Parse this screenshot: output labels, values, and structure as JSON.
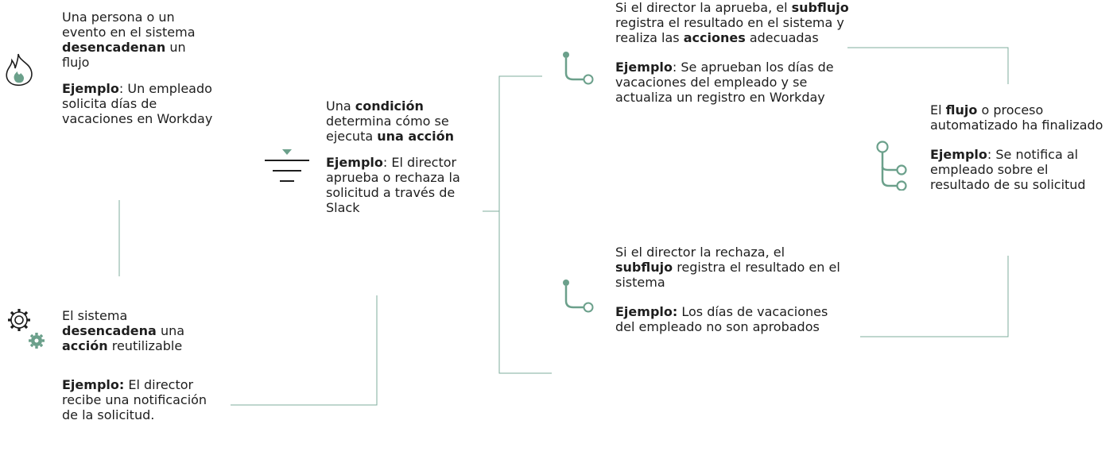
{
  "colors": {
    "accent": "#7fae9e",
    "icon_teal": "#6ba08b",
    "text": "#1e1e1e"
  },
  "icons": {
    "trigger": "flame-icon",
    "system_action": "gears-icon",
    "condition": "filter-icon",
    "subflow_approve": "branch-icon",
    "subflow_reject": "branch-icon",
    "flow_done": "flow-end-icon"
  },
  "trigger": {
    "pre": "Una persona o un evento en el sistema",
    "bold": "desencadenan",
    "post": "un flujo",
    "example_label": "Ejemplo",
    "example_text": ": Un empleado solicita días de vacaciones en Workday"
  },
  "system_action": {
    "pre": "El sistema",
    "bold1": "desencadena",
    "mid": "una",
    "bold2": "acción",
    "post": "reutilizable",
    "example_label": "Ejemplo:",
    "example_text": "El director recibe una notificación de la solicitud."
  },
  "condition": {
    "pre": "Una",
    "bold1": "condición",
    "mid": "determina cómo se ejecuta",
    "bold2": "una acción",
    "example_label": "Ejemplo",
    "example_text": ": El director aprueba o rechaza la solicitud a través de Slack"
  },
  "approve": {
    "pre": "Si el director la aprueba, el",
    "bold1": "subflujo",
    "mid": "registra el resultado en el sistema y realiza las",
    "bold2": "acciones",
    "post": "adecuadas",
    "example_label": "Ejemplo",
    "example_text": ": Se aprueban los días de vacaciones del empleado y se actualiza un registro en Workday"
  },
  "reject": {
    "pre": "Si el director la rechaza, el",
    "bold1": "subflujo",
    "post": "registra el resultado en el sistema",
    "example_label": "Ejemplo:",
    "example_text": "Los días de vacaciones del empleado no son aprobados"
  },
  "finish": {
    "pre": "El",
    "bold": "flujo",
    "post": "o proceso automatizado ha finalizado",
    "example_label": "Ejemplo",
    "example_text": ": Se notifica al empleado sobre el resultado de su solicitud"
  }
}
